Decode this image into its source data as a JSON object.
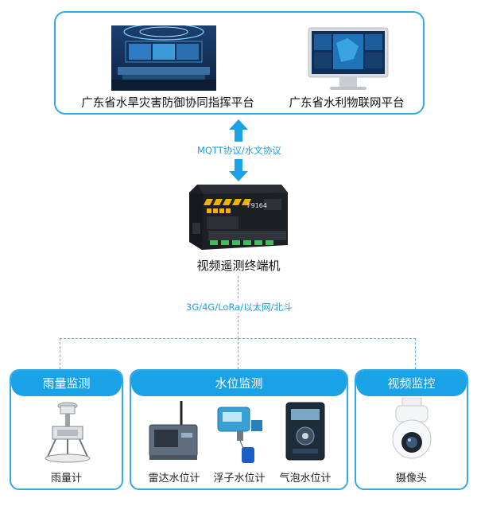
{
  "platforms": {
    "left_label": "广东省水旱灾害防御协同指挥平台",
    "right_label": "广东省水利物联网平台"
  },
  "link_top": {
    "protocol": "MQTT协议/水文协议"
  },
  "terminal": {
    "model": "F9164",
    "label": "视频遥测终端机"
  },
  "link_bottom": {
    "protocol": "3G/4G/LoRa/以太网/北斗"
  },
  "groups": [
    {
      "title": "雨量监测",
      "items": [
        {
          "label": "雨量计",
          "icon": "rain-gauge-icon"
        }
      ]
    },
    {
      "title": "水位监测",
      "items": [
        {
          "label": "雷达水位计",
          "icon": "radar-level-icon"
        },
        {
          "label": "浮子水位计",
          "icon": "float-level-icon"
        },
        {
          "label": "气泡水位计",
          "icon": "bubble-level-icon"
        }
      ]
    },
    {
      "title": "视频监控",
      "items": [
        {
          "label": "摄像头",
          "icon": "camera-icon"
        }
      ]
    }
  ],
  "colors": {
    "accent": "#1aa2e6",
    "border": "#33a9e6",
    "dashed": "#57b7e8"
  }
}
